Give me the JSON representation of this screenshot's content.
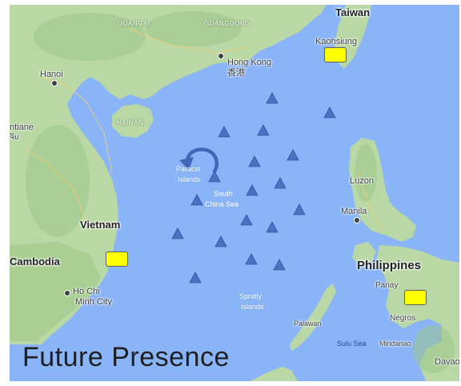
{
  "title": "Future Presence",
  "labels": {
    "taiwan": "Taiwan",
    "kaohsiung": "Kaohsiung",
    "guangxi": "GUANGXI",
    "guangdong": "GUANGDONG",
    "hong_kong": "Hong Kong",
    "hong_kong_cn": "香港",
    "hanoi": "Hanoi",
    "vientiane": "ntiane",
    "vientiane_lao": "ຈັນ",
    "hainan": "HAINAN",
    "paracel": "Paracel",
    "paracel_islands": "Islands",
    "south": "South",
    "china_sea": "China Sea",
    "luzon": "Luzon",
    "manila": "Manila",
    "vietnam": "Vietnam",
    "cambodia": "Cambodia",
    "philippines": "Philippines",
    "ho_chi": "Ho Chi",
    "minh_city": "Minh City",
    "panay": "Panay",
    "spratly": "Spratly",
    "spratly_islands": "Islands",
    "negros": "Negros",
    "palawan": "Palawan",
    "sulu_sea": "Sulu Sea",
    "mindanao": "Mindanao",
    "davao": "Davao"
  },
  "colors": {
    "water": "#8ab4f8",
    "land": "#b9d8a5",
    "land_dark": "#9cc78a",
    "triangle": "#4a72c4",
    "triangle_stroke": "#2f55a0",
    "marker": "#ffff00",
    "arrow": "#3f66b8"
  },
  "icons": {
    "presence_marker": "yellow-rounded-rectangle",
    "deployment_symbol": "blue-triangle",
    "rotation_arrow": "curved-arrow-icon"
  }
}
